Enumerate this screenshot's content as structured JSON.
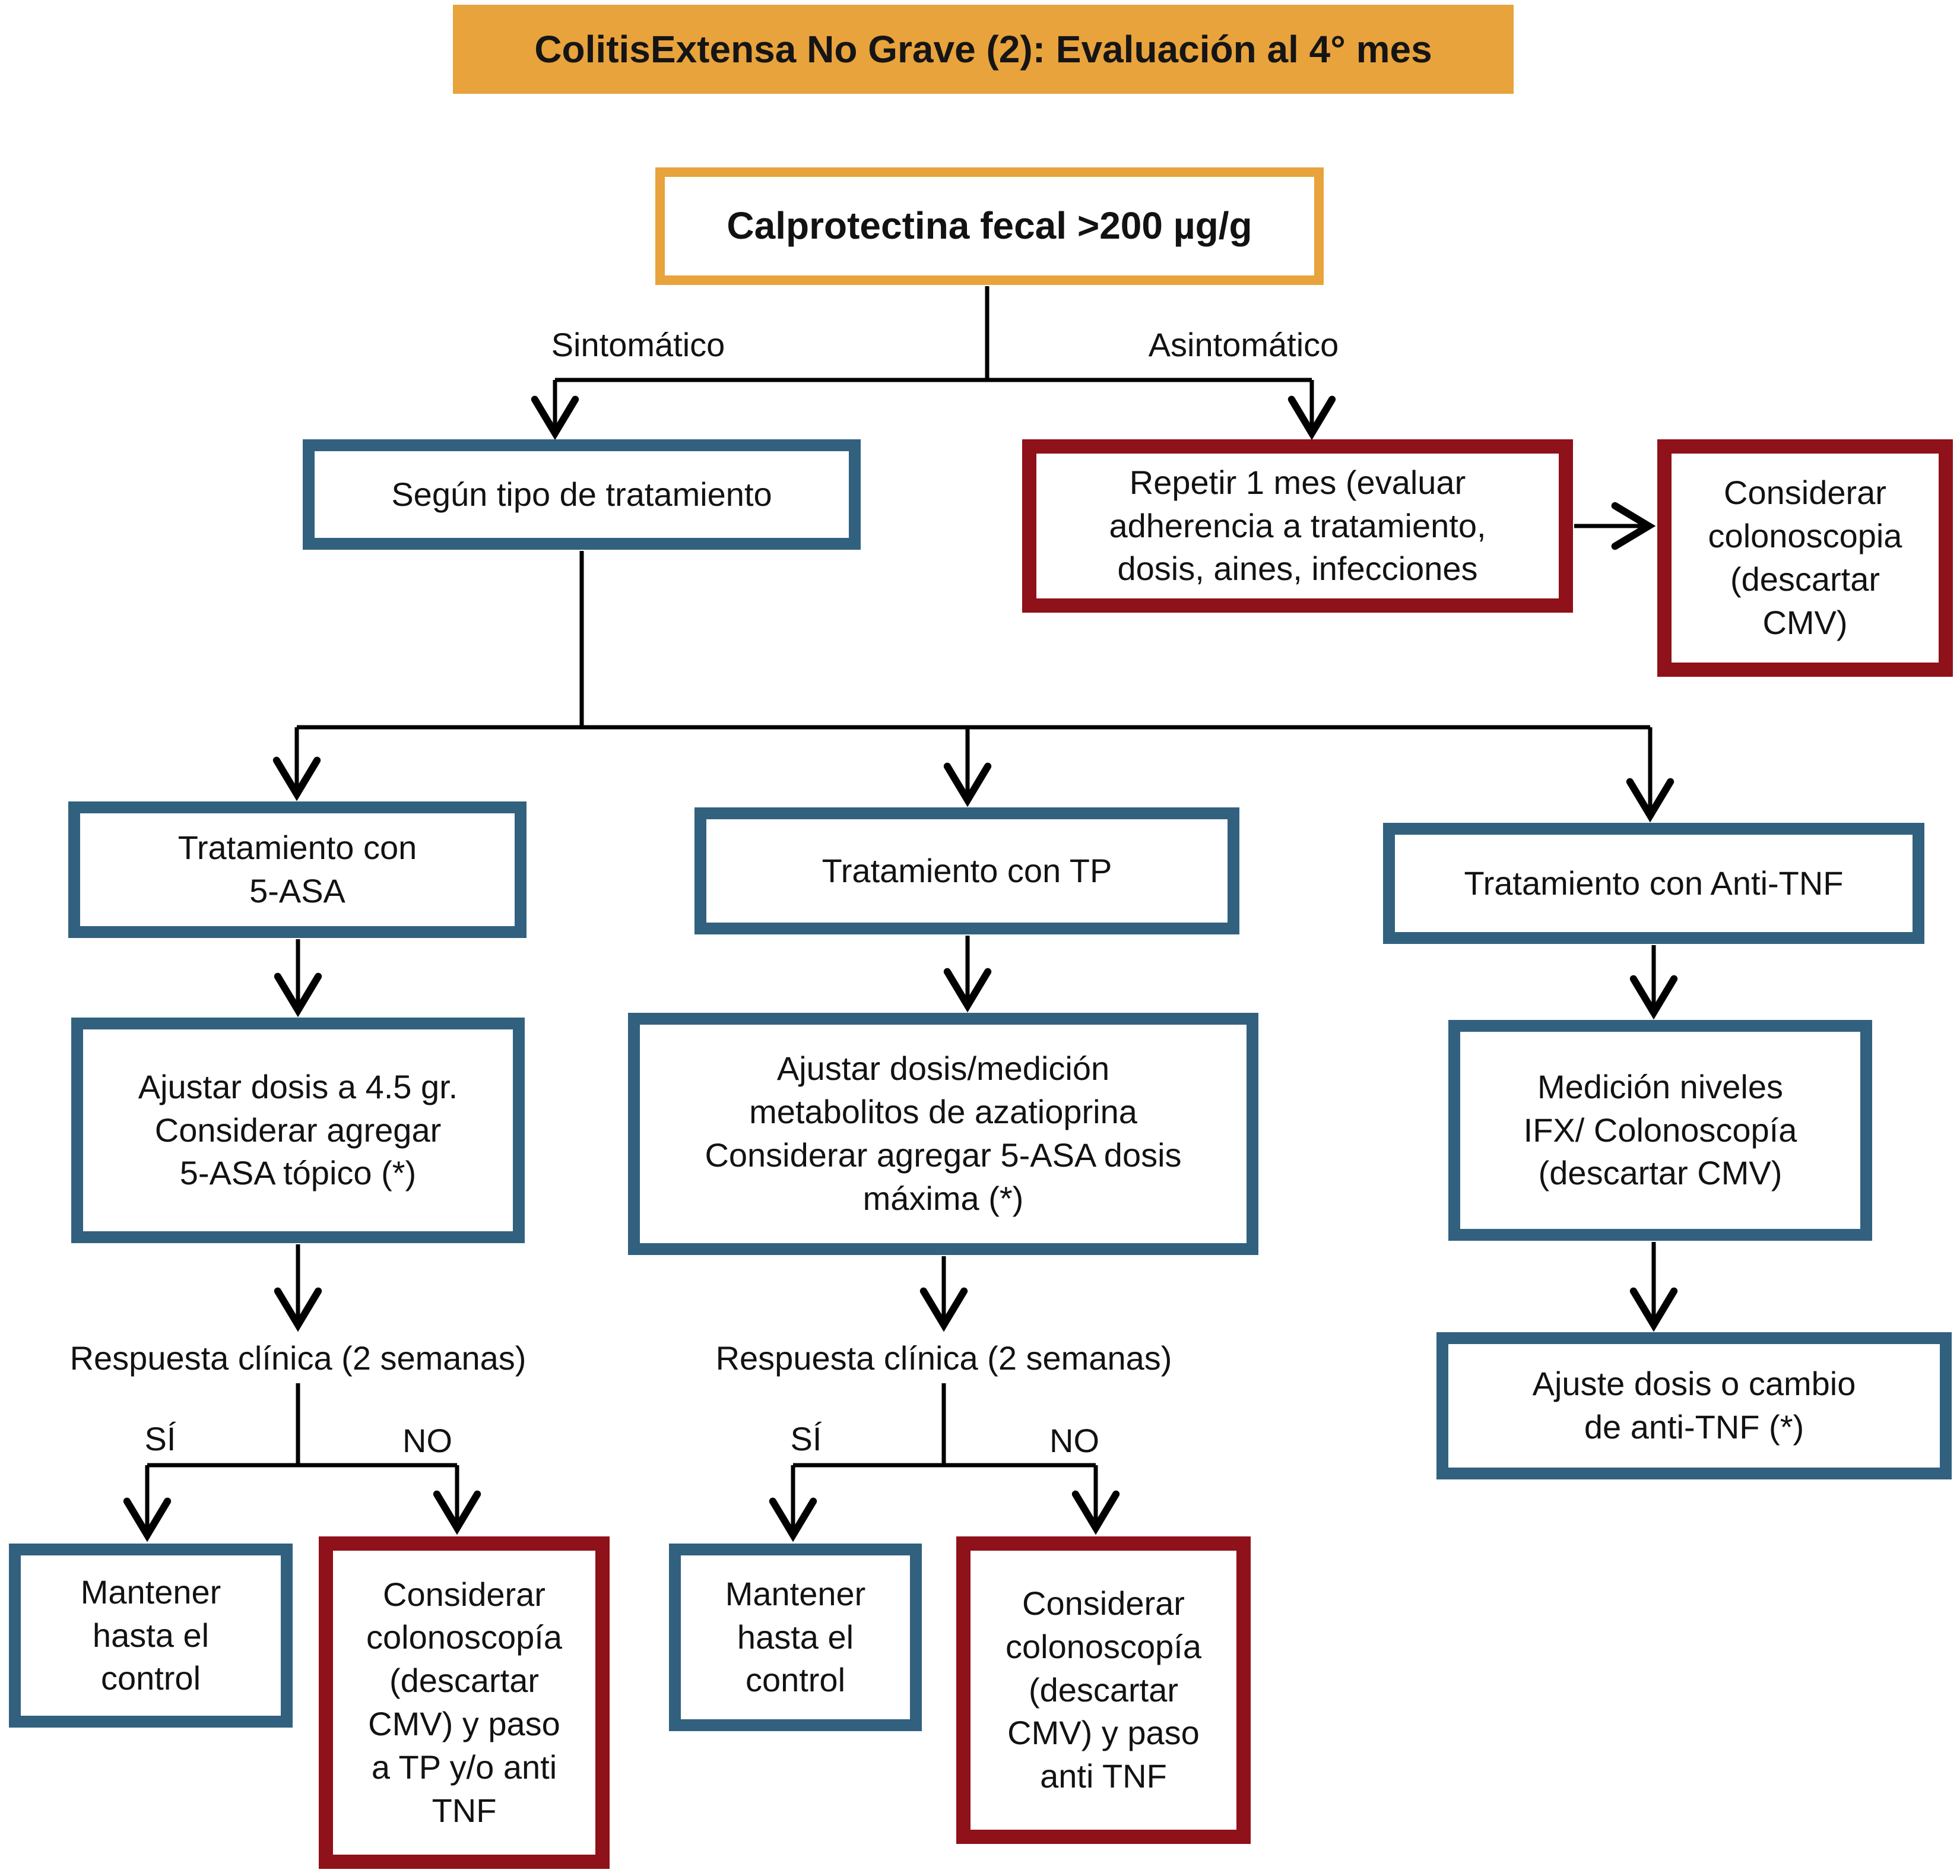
{
  "title": "ColitisExtensa No Grave (2): Evaluación al 4° mes",
  "colors": {
    "accent_orange": "#E8A33C",
    "box_blue": "#31617F",
    "box_red": "#8F1119",
    "line": "#000000",
    "text": "#121212",
    "background": "#FFFFFF"
  },
  "flow": {
    "root": "Calprotectina fecal >200 µg/g",
    "branch_labels": {
      "left": "Sintomático",
      "right": "Asintomático"
    },
    "symptomatic_node": "Según tipo de tratamiento",
    "asymptomatic_node": "Repetir 1 mes (evaluar\nadherencia a tratamiento,\ndosis, aines, infecciones",
    "asymptomatic_next": "Considerar\ncolonoscopia\n(descartar\nCMV)",
    "columns": [
      {
        "treatment": "Tratamiento con\n5-ASA",
        "action": "Ajustar dosis a 4.5 gr.\nConsiderar agregar\n5-ASA tópico (*)",
        "question": "Respuesta clínica (2 semanas)",
        "yes_label": "SÍ",
        "no_label": "NO",
        "yes_outcome": "Mantener\nhasta el\ncontrol",
        "no_outcome": "Considerar\ncolonoscopía\n(descartar\nCMV) y paso\na TP y/o anti\nTNF"
      },
      {
        "treatment": "Tratamiento con TP",
        "action": "Ajustar dosis/medición\nmetabolitos de azatioprina\nConsiderar agregar 5-ASA dosis\nmáxima (*)",
        "question": "Respuesta clínica (2 semanas)",
        "yes_label": "SÍ",
        "no_label": "NO",
        "yes_outcome": "Mantener\nhasta el\ncontrol",
        "no_outcome": "Considerar\ncolonoscopía\n(descartar\nCMV) y paso\nanti TNF"
      },
      {
        "treatment": "Tratamiento con Anti-TNF",
        "action": "Medición niveles\nIFX/ Colonoscopía\n(descartar CMV)",
        "outcome": "Ajuste dosis o cambio\nde anti-TNF (*)"
      }
    ]
  }
}
